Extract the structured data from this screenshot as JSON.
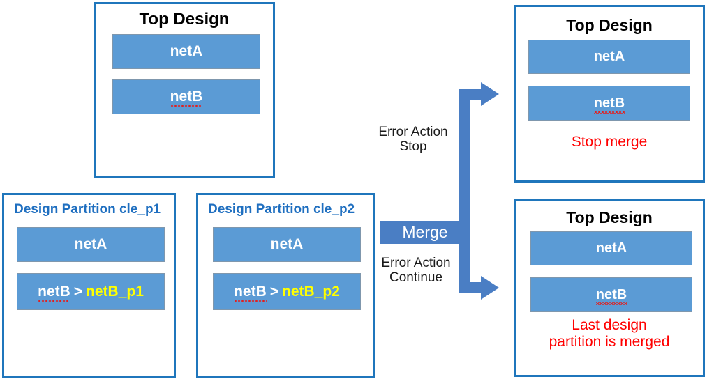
{
  "diagram": {
    "title": "Design partition merge flow with error action",
    "accent_blue": "#1f76bc",
    "net_fill": "#5b9bd5",
    "arrow_blue": "#4a7ec4",
    "error_red": "#ff0000",
    "rename_yellow": "#ffff00",
    "partition_title_blue": "#1f6fc0"
  },
  "source_top_design": {
    "title": "Top Design",
    "nets": [
      {
        "name": "netA",
        "spellcheck_underline": false
      },
      {
        "name": "netB",
        "spellcheck_underline": true
      }
    ]
  },
  "partitions": [
    {
      "title": "Design Partition cle_p1",
      "nets": [
        {
          "name": "netA",
          "spellcheck_underline": false,
          "renamed_to": ""
        },
        {
          "name": "netB",
          "spellcheck_underline": true,
          "separator": ">",
          "renamed_to": "netB_p1"
        }
      ]
    },
    {
      "title": "Design Partition cle_p2",
      "nets": [
        {
          "name": "netA",
          "spellcheck_underline": false,
          "renamed_to": ""
        },
        {
          "name": "netB",
          "spellcheck_underline": true,
          "separator": ">",
          "renamed_to": "netB_p2"
        }
      ]
    }
  ],
  "merge": {
    "label": "Merge",
    "branch_stop_label": "Error Action\nStop",
    "branch_continue_label": "Error Action\nContinue"
  },
  "results": {
    "stop": {
      "title": "Top Design",
      "nets": [
        {
          "name": "netA",
          "spellcheck_underline": false
        },
        {
          "name": "netB",
          "spellcheck_underline": true
        }
      ],
      "status": "Stop merge"
    },
    "continue": {
      "title": "Top Design",
      "nets": [
        {
          "name": "netA",
          "spellcheck_underline": false
        },
        {
          "name": "netB",
          "spellcheck_underline": true
        }
      ],
      "status": "Last design\npartition is merged"
    }
  }
}
